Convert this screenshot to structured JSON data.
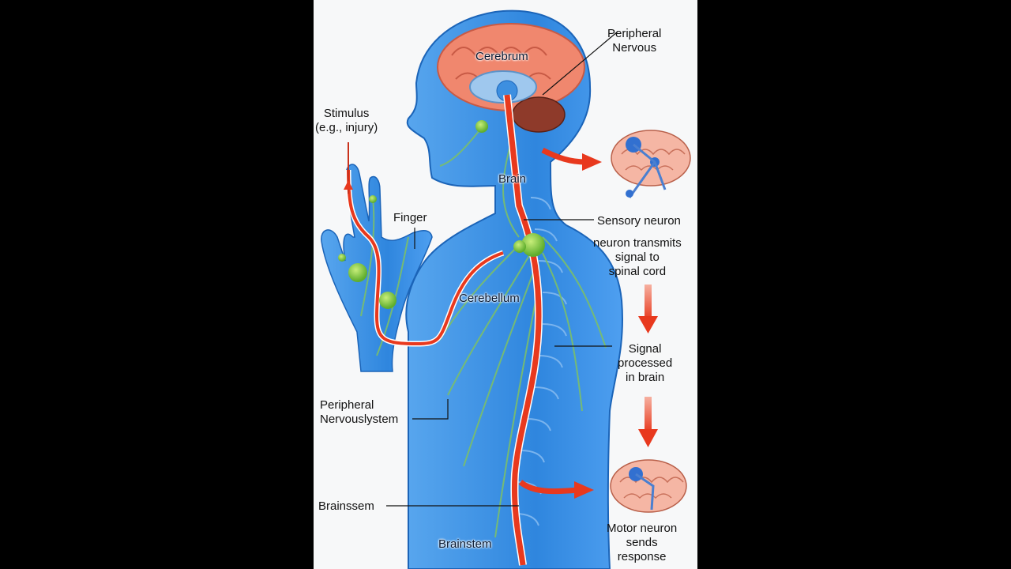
{
  "diagram": {
    "type": "anatomical-flow-diagram",
    "subject": "Human nervous system reflex pathway",
    "colors": {
      "background_outer": "#000000",
      "panel": "#f7f8f9",
      "body": "#3d8fe0",
      "body_dark": "#1f6fc8",
      "brain": "#f0876e",
      "nerve_path": "#e8391e",
      "nerves": "#7bbf6a",
      "ganglion": "#8ccf4a"
    },
    "labels": {
      "peripheral_nervous_top": "Peripheral\nNervous",
      "cerebrum": "Cerebrum",
      "stimulus": "Stimulus\n(e.g., injury)",
      "brain": "Brain",
      "finger": "Finger",
      "sensory_neuron": "Sensory neuron",
      "neuron_transmits": "neuron transmits\nsignal to\nspinal cord",
      "cerebellum": "Cerebellum",
      "signal_processed": "Signal\nprocessed\nin brain",
      "peripheral_nervous_system": "Peripheral\nNervouslystem",
      "brainssem": "Brainssem",
      "brainstem": "Brainstem",
      "motor_neuron": "Motor neuron\nsends\nresponse"
    },
    "flow_steps": [
      "Stimulus (e.g., injury)",
      "Sensory neuron",
      "neuron transmits signal to spinal cord",
      "Signal processed in brain",
      "Motor neuron sends response"
    ]
  }
}
